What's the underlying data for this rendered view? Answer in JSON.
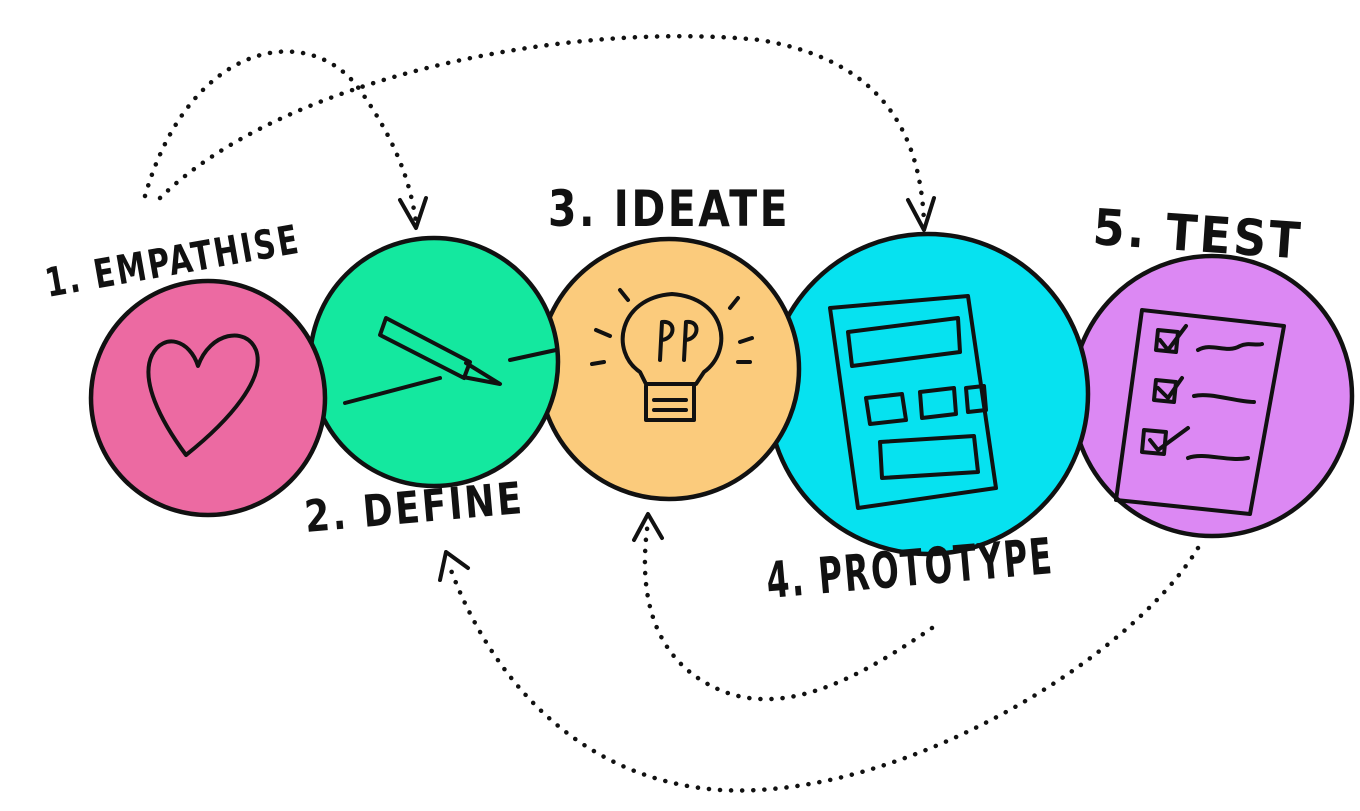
{
  "stages": [
    {
      "label": "1. EMPATHISE",
      "icon": "heart-icon",
      "color": "#ec6aa2"
    },
    {
      "label": "2. DEFINE",
      "icon": "pencil-icon",
      "color": "#14e89f"
    },
    {
      "label": "3. IDEATE",
      "icon": "lightbulb-icon",
      "color": "#fbcb7c"
    },
    {
      "label": "4. PROTOTYPE",
      "icon": "wireframe-icon",
      "color": "#06e2f0"
    },
    {
      "label": "5. TEST",
      "icon": "checklist-icon",
      "color": "#dc88f3"
    }
  ],
  "flows": [
    {
      "from": "1. EMPATHISE",
      "to": "2. DEFINE"
    },
    {
      "from": "1. EMPATHISE",
      "to": "4. PROTOTYPE"
    },
    {
      "from": "4. PROTOTYPE",
      "to": "3. IDEATE"
    },
    {
      "from": "5. TEST",
      "to": "2. DEFINE"
    }
  ],
  "ink_color": "#111111"
}
